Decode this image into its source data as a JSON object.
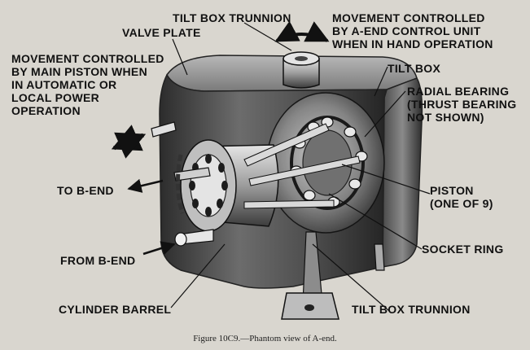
{
  "labels": {
    "tilt_box_trunnion_top": "TILT BOX TRUNNION",
    "movement_hand": "MOVEMENT CONTROLLED\nBY A-END CONTROL UNIT\nWHEN IN HAND OPERATION",
    "valve_plate": "VALVE PLATE",
    "movement_auto": "MOVEMENT CONTROLLED\nBY MAIN PISTON WHEN\nIN AUTOMATIC OR\nLOCAL POWER\nOPERATION",
    "tilt_box": "TILT BOX",
    "radial_bearing": "RADIAL BEARING\n(THRUST BEARING\nNOT SHOWN)",
    "to_b_end": "TO B-END",
    "piston": "PISTON\n(ONE OF 9)",
    "socket_ring": "SOCKET RING",
    "from_b_end": "FROM B-END",
    "cylinder_barrel": "CYLINDER BARREL",
    "tilt_box_trunnion_bottom": "TILT BOX TRUNNION"
  },
  "caption": {
    "figure": "Figure 10C9.",
    "text": "—Phantom view of A-end."
  },
  "colors": {
    "background": "#d9d6cf",
    "ink": "#111111",
    "box_dark": "#3a3a3a",
    "box_light": "#9a9a9a"
  }
}
